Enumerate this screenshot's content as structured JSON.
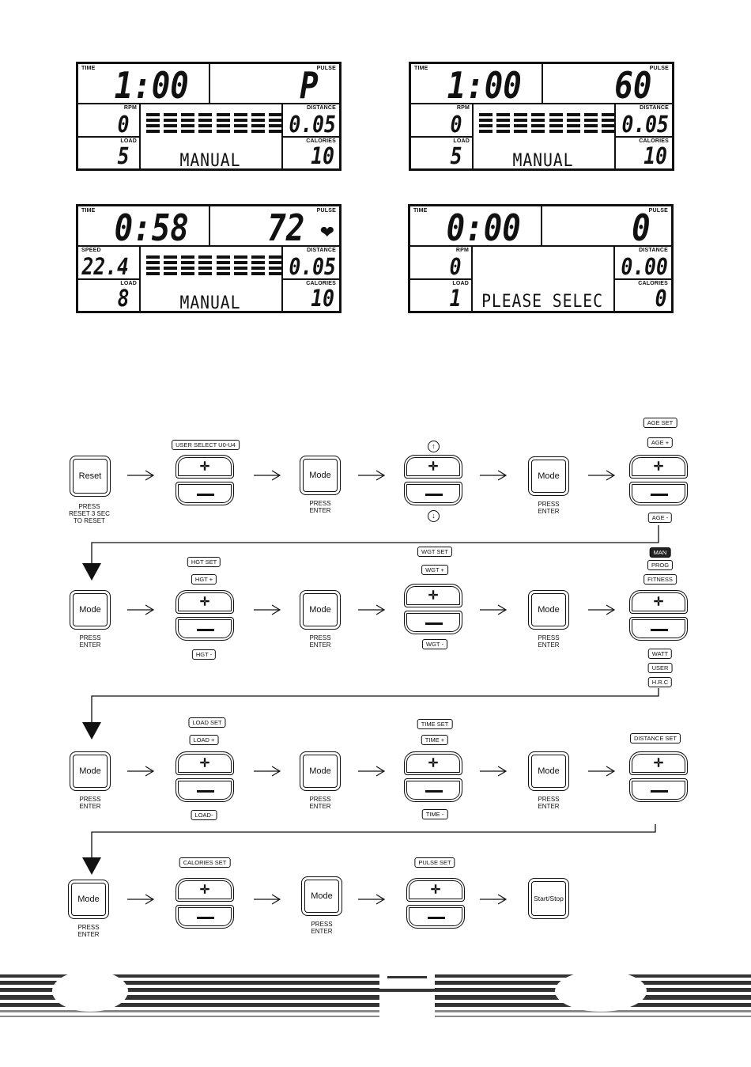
{
  "displays": [
    {
      "time_label": "TIME",
      "time": "1:00",
      "pulse_label": "PULSE",
      "pulse": "P",
      "left_top_label": "RPM",
      "left_top": "0",
      "left_bottom_label": "LOAD",
      "left_bottom": "5",
      "distance_label": "DISTANCE",
      "distance": "0.05",
      "calories_label": "CALORIES",
      "calories": "10",
      "message": "MANUAL",
      "show_bars": true,
      "show_heart": false
    },
    {
      "time_label": "TIME",
      "time": "1:00",
      "pulse_label": "PULSE",
      "pulse": "60",
      "left_top_label": "RPM",
      "left_top": "0",
      "left_bottom_label": "LOAD",
      "left_bottom": "5",
      "distance_label": "DISTANCE",
      "distance": "0.05",
      "calories_label": "CALORIES",
      "calories": "10",
      "message": "MANUAL",
      "show_bars": true,
      "show_heart": false
    },
    {
      "time_label": "TIME",
      "time": "0:58",
      "pulse_label": "PULSE",
      "pulse": "72",
      "left_top_label": "SPEED",
      "left_top": "22.4",
      "left_bottom_label": "LOAD",
      "left_bottom": "8",
      "distance_label": "DISTANCE",
      "distance": "0.05",
      "calories_label": "CALORIES",
      "calories": "10",
      "message": "MANUAL",
      "show_bars": true,
      "show_heart": true
    },
    {
      "time_label": "TIME",
      "time": "0:00",
      "pulse_label": "PULSE",
      "pulse": "0",
      "left_top_label": "RPM",
      "left_top": "0",
      "left_bottom_label": "LOAD",
      "left_bottom": "1",
      "distance_label": "DISTANCE",
      "distance": "0.00",
      "calories_label": "CALORIES",
      "calories": "0",
      "message": "PLEASE SELEC",
      "show_bars": false,
      "show_heart": false
    }
  ],
  "flow": {
    "reset_button": "Reset",
    "reset_caption": "PRESS\nRESET 3 SEC\nTO RESET",
    "mode_button": "Mode",
    "press_enter": "PRESS\nENTER",
    "start_stop": "Start/Stop",
    "tags": {
      "user_select": "USER SELECT U0-U4",
      "age_set": "AGE SET",
      "age_plus": "AGE +",
      "age_minus": "AGE -",
      "hgt_set": "HGT SET",
      "hgt_plus": "HGT +",
      "hgt_minus": "HGT -",
      "wgt_set": "WGT SET",
      "wgt_plus": "WGT +",
      "wgt_minus": "WGT -",
      "man": "MAN",
      "prog": "PROG",
      "fitness": "FITNESS",
      "watt": "WATT",
      "user": "USER",
      "hrc": "H.R.C",
      "load_set": "LOAD SET",
      "load_plus": "LOAD +",
      "load_minus": "LOAD-",
      "time_set": "TIME SET",
      "time_plus": "TIME +",
      "time_minus": "TIME -",
      "distance_set": "DISTANCE SET",
      "calories_set": "CALORIES SET",
      "pulse_set": "PULSE SET"
    }
  }
}
